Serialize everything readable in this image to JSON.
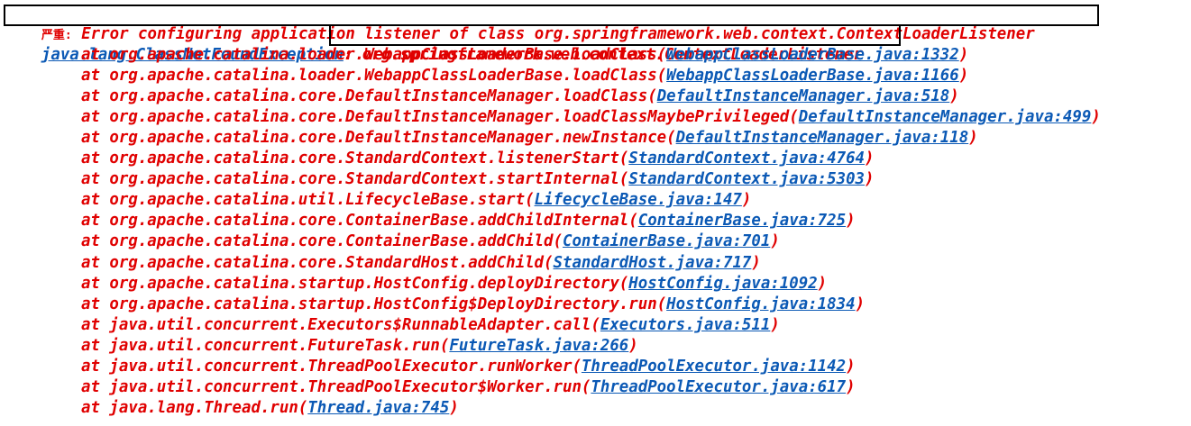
{
  "header": {
    "severity_label": "严重:",
    "message": " Error configuring application listener of class org.springframework.web.context.ContextLoaderListener"
  },
  "exception": {
    "class_link": "java.lang.ClassNotFoundException",
    "separator": ":",
    "detail": " org.springframework.web.context.ContextLoaderListener"
  },
  "stack": [
    {
      "text": "at org.apache.catalina.loader.WebappClassLoaderBase.loadClass(",
      "link": "WebappClassLoaderBase.java:1332",
      "close": ")"
    },
    {
      "text": "at org.apache.catalina.loader.WebappClassLoaderBase.loadClass(",
      "link": "WebappClassLoaderBase.java:1166",
      "close": ")"
    },
    {
      "text": "at org.apache.catalina.core.DefaultInstanceManager.loadClass(",
      "link": "DefaultInstanceManager.java:518",
      "close": ")"
    },
    {
      "text": "at org.apache.catalina.core.DefaultInstanceManager.loadClassMaybePrivileged(",
      "link": "DefaultInstanceManager.java:499",
      "close": ")"
    },
    {
      "text": "at org.apache.catalina.core.DefaultInstanceManager.newInstance(",
      "link": "DefaultInstanceManager.java:118",
      "close": ")"
    },
    {
      "text": "at org.apache.catalina.core.StandardContext.listenerStart(",
      "link": "StandardContext.java:4764",
      "close": ")"
    },
    {
      "text": "at org.apache.catalina.core.StandardContext.startInternal(",
      "link": "StandardContext.java:5303",
      "close": ")"
    },
    {
      "text": "at org.apache.catalina.util.LifecycleBase.start(",
      "link": "LifecycleBase.java:147",
      "close": ")"
    },
    {
      "text": "at org.apache.catalina.core.ContainerBase.addChildInternal(",
      "link": "ContainerBase.java:725",
      "close": ")"
    },
    {
      "text": "at org.apache.catalina.core.ContainerBase.addChild(",
      "link": "ContainerBase.java:701",
      "close": ")"
    },
    {
      "text": "at org.apache.catalina.core.StandardHost.addChild(",
      "link": "StandardHost.java:717",
      "close": ")"
    },
    {
      "text": "at org.apache.catalina.startup.HostConfig.deployDirectory(",
      "link": "HostConfig.java:1092",
      "close": ")"
    },
    {
      "text": "at org.apache.catalina.startup.HostConfig$DeployDirectory.run(",
      "link": "HostConfig.java:1834",
      "close": ")"
    },
    {
      "text": "at java.util.concurrent.Executors$RunnableAdapter.call(",
      "link": "Executors.java:511",
      "close": ")"
    },
    {
      "text": "at java.util.concurrent.FutureTask.run(",
      "link": "FutureTask.java:266",
      "close": ")"
    },
    {
      "text": "at java.util.concurrent.ThreadPoolExecutor.runWorker(",
      "link": "ThreadPoolExecutor.java:1142",
      "close": ")"
    },
    {
      "text": "at java.util.concurrent.ThreadPoolExecutor$Worker.run(",
      "link": "ThreadPoolExecutor.java:617",
      "close": ")"
    },
    {
      "text": "at java.lang.Thread.run(",
      "link": "Thread.java:745",
      "close": ")"
    }
  ],
  "colors": {
    "error_text": "#e00000",
    "link_text": "#0b59b5",
    "highlight_box": "#000000",
    "background": "#ffffff"
  }
}
